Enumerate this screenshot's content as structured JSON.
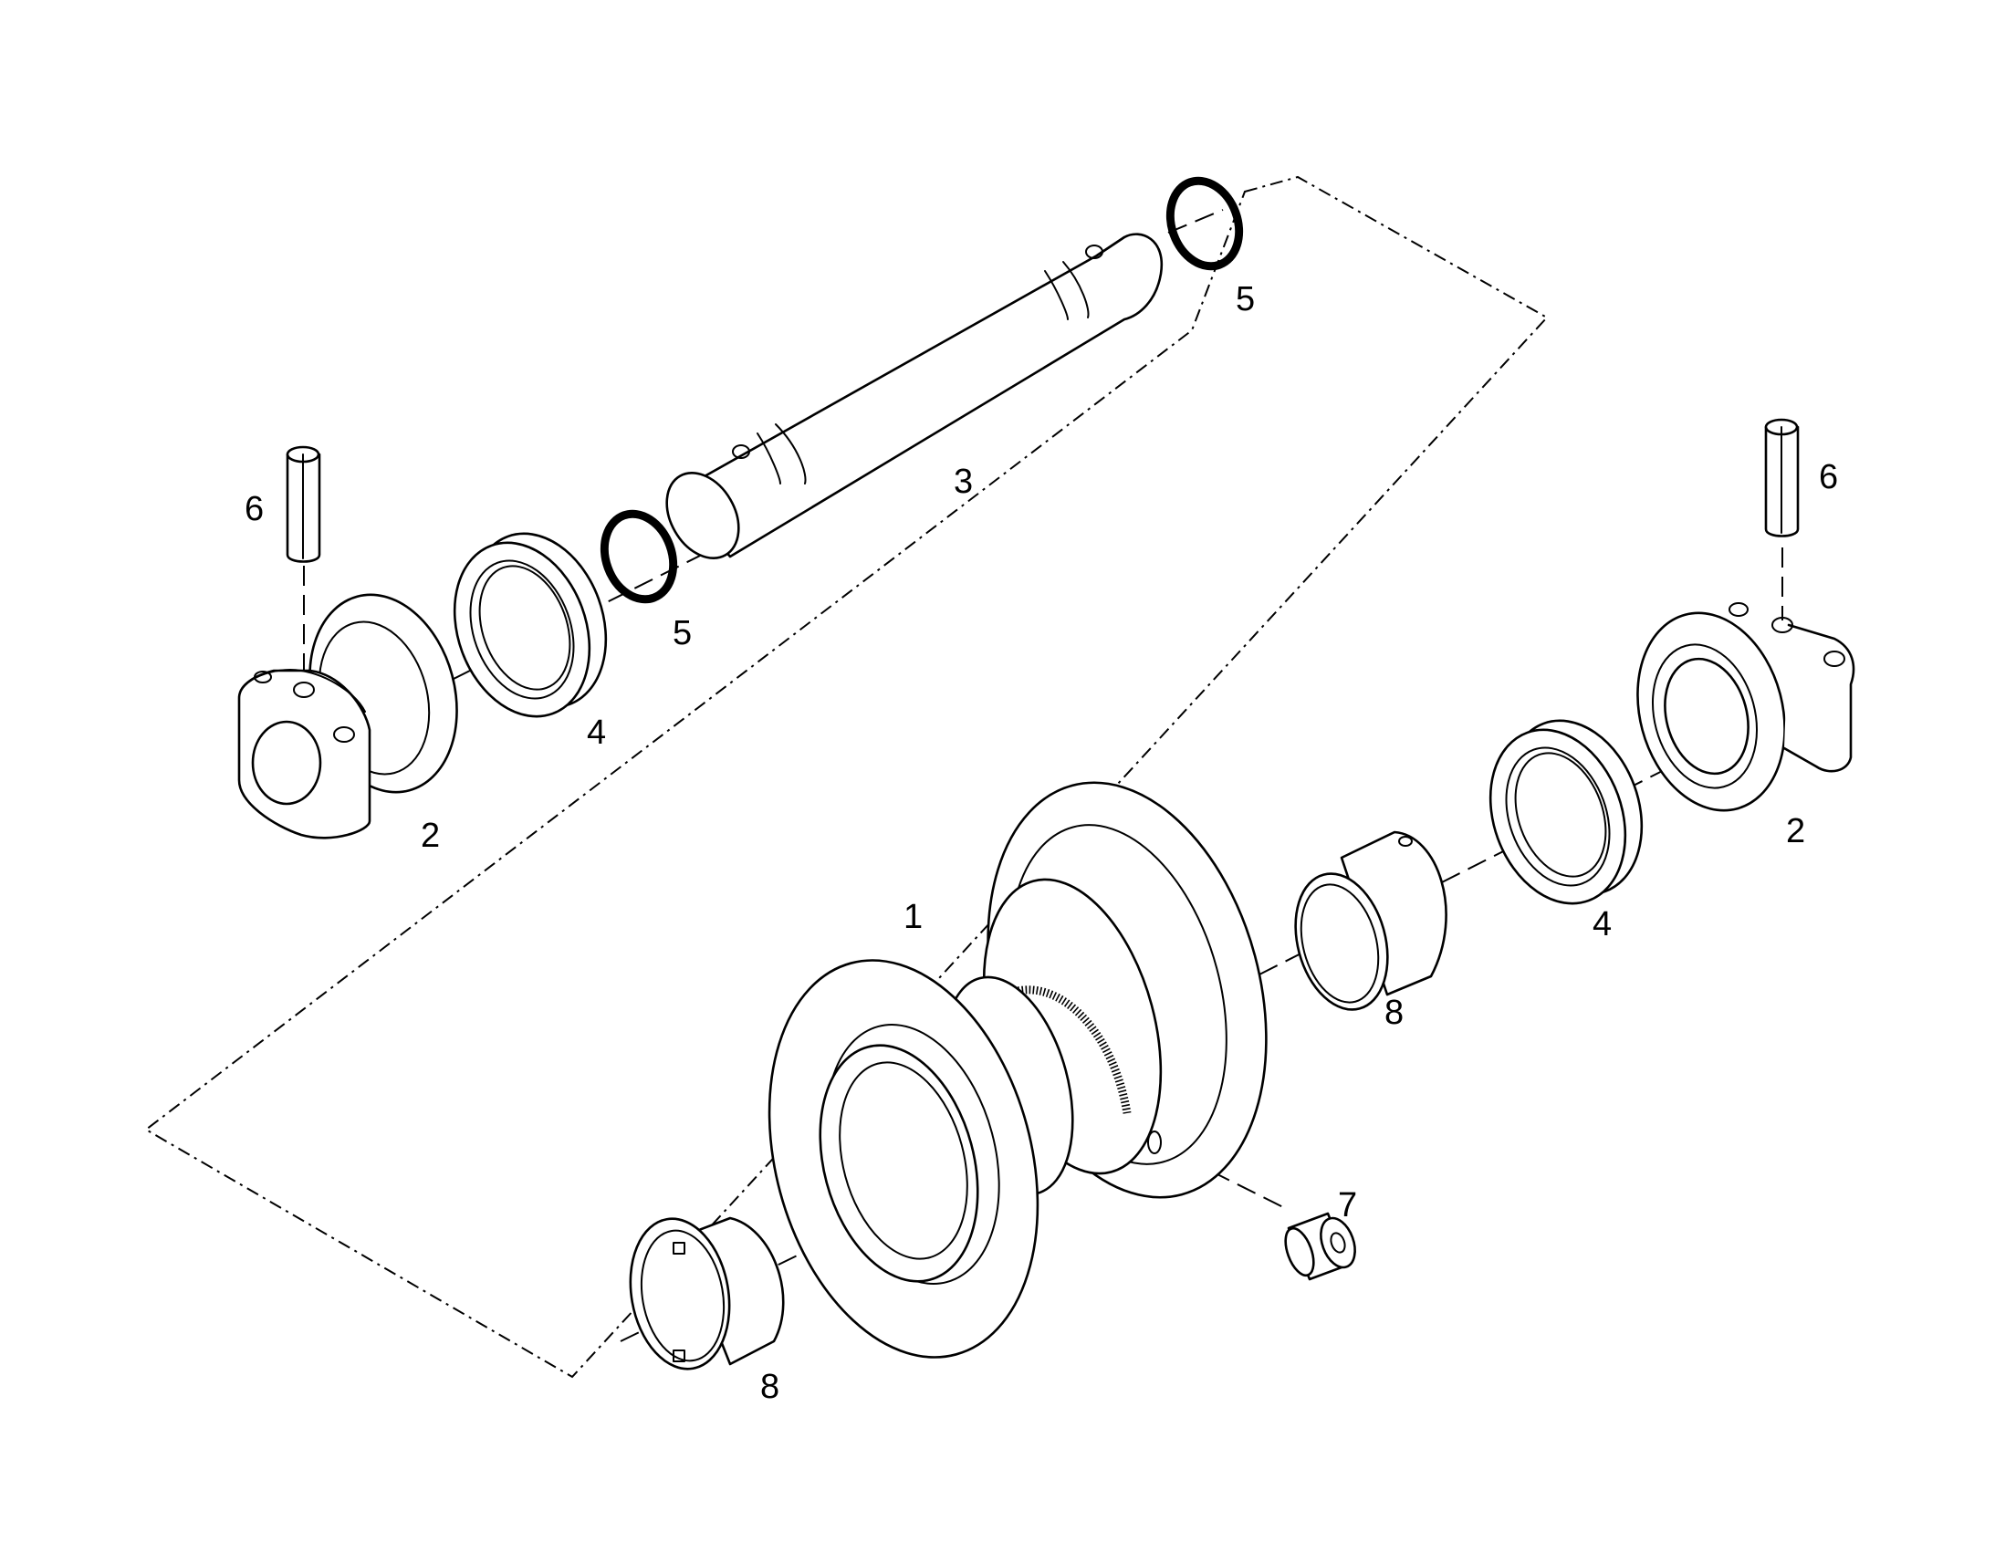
{
  "diagram": {
    "callouts": [
      {
        "id": "c5-top",
        "text": "5"
      },
      {
        "id": "c3",
        "text": "3"
      },
      {
        "id": "c6-left",
        "text": "6"
      },
      {
        "id": "c5-mid",
        "text": "5"
      },
      {
        "id": "c4-left",
        "text": "4"
      },
      {
        "id": "c2-left",
        "text": "2"
      },
      {
        "id": "c6-right",
        "text": "6"
      },
      {
        "id": "c2-right",
        "text": "2"
      },
      {
        "id": "c1",
        "text": "1"
      },
      {
        "id": "c4-right",
        "text": "4"
      },
      {
        "id": "c8-right",
        "text": "8"
      },
      {
        "id": "c7",
        "text": "7"
      },
      {
        "id": "c8-left",
        "text": "8"
      }
    ]
  }
}
